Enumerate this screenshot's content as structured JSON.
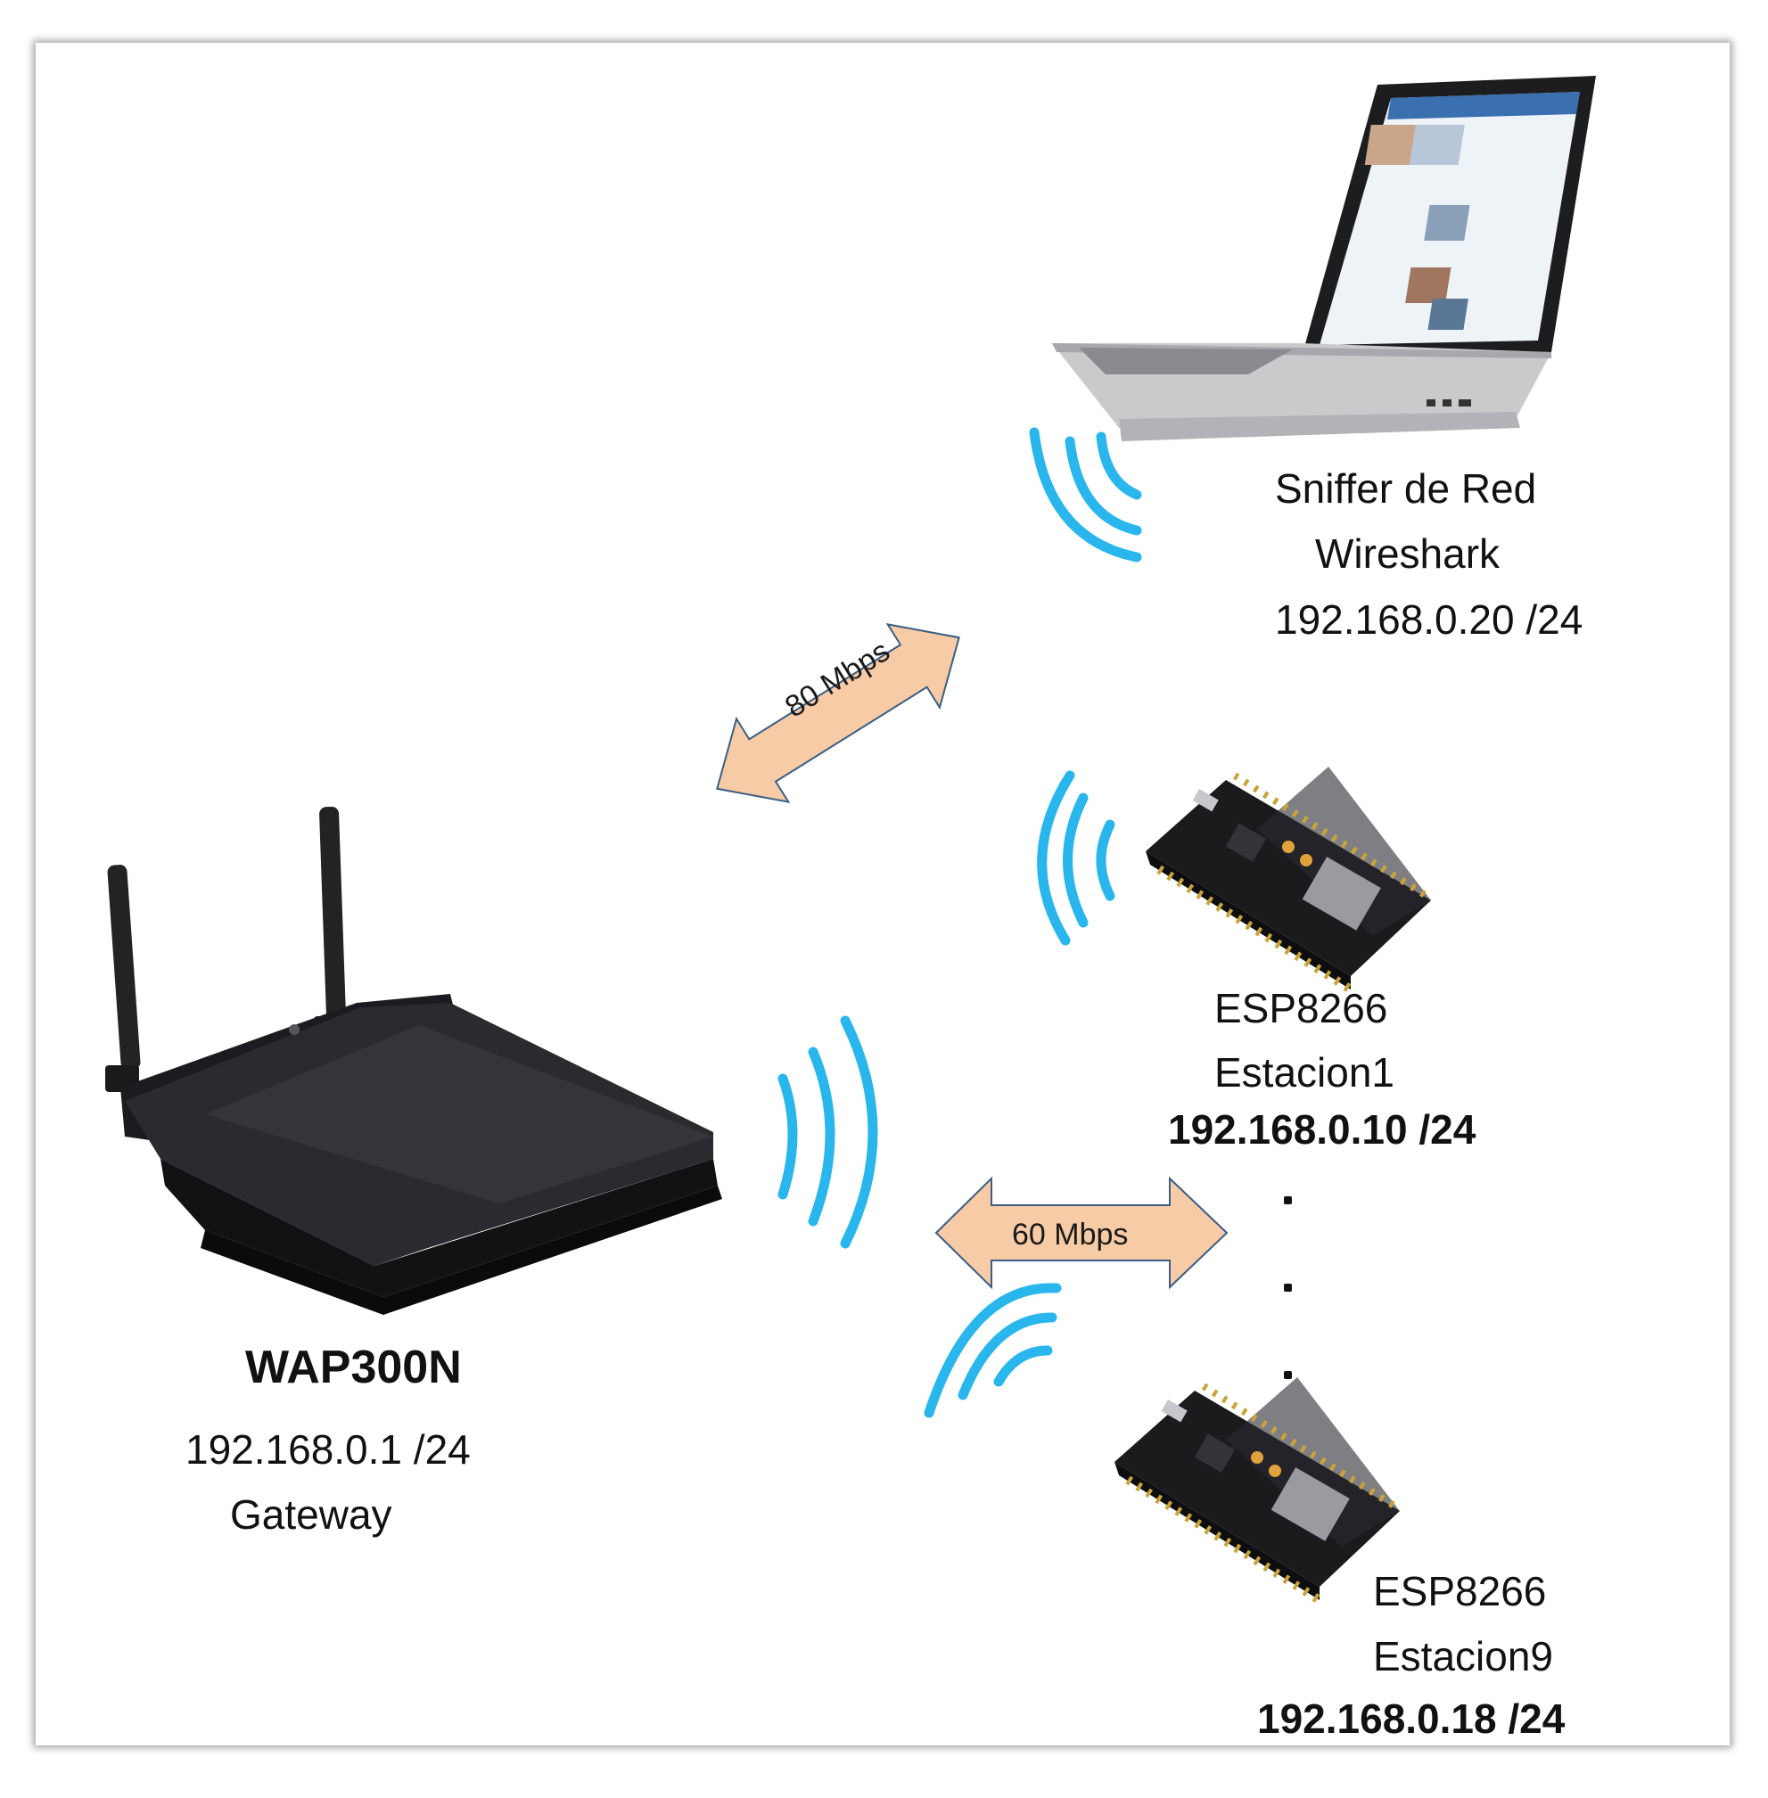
{
  "colors": {
    "wifi_wave": "#29b6ec",
    "arrow_fill": "#f7cba6",
    "arrow_stroke": "#3a5e86",
    "device_dark": "#1e1e22"
  },
  "icons": [
    "router-icon",
    "laptop-icon",
    "esp8266-board-icon",
    "wifi-signal-icon",
    "double-arrow-icon"
  ],
  "router": {
    "name": "WAP300N",
    "ip": "192.168.0.1 /24",
    "role": "Gateway"
  },
  "sniffer": {
    "line1": "Sniffer de Red",
    "line2": "Wireshark",
    "ip": "192.168.0.20 /24"
  },
  "station1": {
    "model": "ESP8266",
    "name": "Estacion1",
    "ip": "192.168.0.10 /24"
  },
  "station9": {
    "model": "ESP8266",
    "name": "Estacion9",
    "ip": "192.168.0.18 /24"
  },
  "links": {
    "sniffer_rate": "80 Mbps",
    "stations_rate": "60 Mbps"
  },
  "ellipsis_dots": 3
}
